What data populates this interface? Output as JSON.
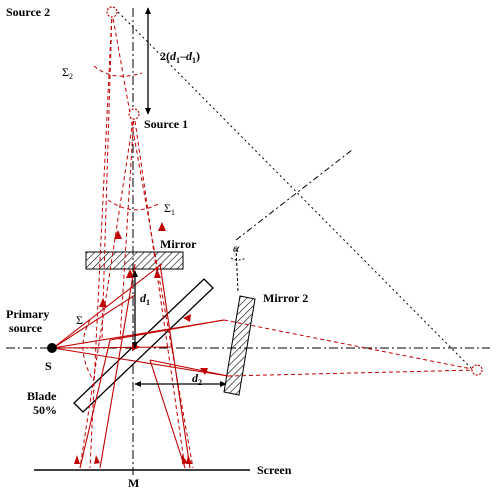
{
  "labels": {
    "source2": "Source 2",
    "source1": "Source 1",
    "sigma2": "Σ",
    "sigma2_sub": "2",
    "sigma1": "Σ",
    "sigma1_sub": "1",
    "sigma": "Σ",
    "mirror": "Mirror",
    "mirror2": "Mirror 2",
    "alpha": "α",
    "primary_source_line1": "Primary",
    "primary_source_line2": "source",
    "s": "S",
    "d1": "d",
    "d1_sub": "1",
    "d2": "d",
    "d2_sub": "2",
    "blade_line1": "Blade",
    "blade_line2": "50%",
    "screen": "Screen",
    "m": "M",
    "separation_prefix": "2(",
    "separation_d_a": "d",
    "separation_sub_a": "1",
    "separation_minus": "–",
    "separation_d_b": "d",
    "separation_sub_b": "1",
    "separation_suffix": ")"
  },
  "colors": {
    "ray": "#c00000",
    "line": "#000000"
  }
}
